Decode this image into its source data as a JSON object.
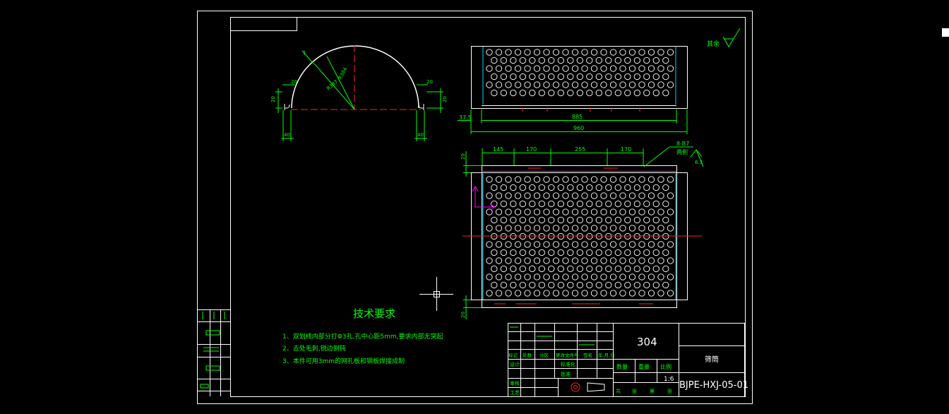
{
  "views": {
    "arc": {
      "dims": {
        "arc_r1": "R387",
        "arc_r2": "R384",
        "thk": "1",
        "left_20": "20",
        "left_side_20": "20",
        "left_40": "40",
        "right_20": "20",
        "right_side_20": "20",
        "right_40": "40"
      }
    },
    "top": {
      "dims": {
        "inner_len": "885",
        "overall_len": "960",
        "offset": "37.5"
      }
    },
    "plan": {
      "dims": {
        "d1": "145",
        "d2": "170",
        "d3": "255",
        "d4": "170",
        "side_top": "20",
        "side_bottom": "20"
      },
      "weld_label": "8-B7",
      "weld_sub": "两侧",
      "rough_value": "6.3"
    }
  },
  "surface_finish": "其余",
  "tech_req": {
    "title": "技术要求",
    "items": [
      "1、双划线内部分打Φ3孔,孔中心距5mm,要求内部无突起",
      "2、去处毛刺,锐边倒钝",
      "3、本件可用3mm的网孔板和钢板焊接成制"
    ]
  },
  "title_block": {
    "material": "304",
    "part_name": "筛筒",
    "drawing_no": "BJPE-HXJ-05-01",
    "scale": "1:6",
    "row_labels": [
      "标记",
      "处数",
      "分区",
      "更改文件号",
      "签名",
      "年.月.日"
    ],
    "sign_labels": [
      "设计",
      "标准化"
    ],
    "review_labels": [
      "审核",
      "工艺"
    ],
    "approve_label": "批准",
    "stage_headers": [
      "数量",
      "重量",
      "比例"
    ],
    "sheet_labels": [
      "共",
      "张",
      "第",
      "张"
    ]
  }
}
